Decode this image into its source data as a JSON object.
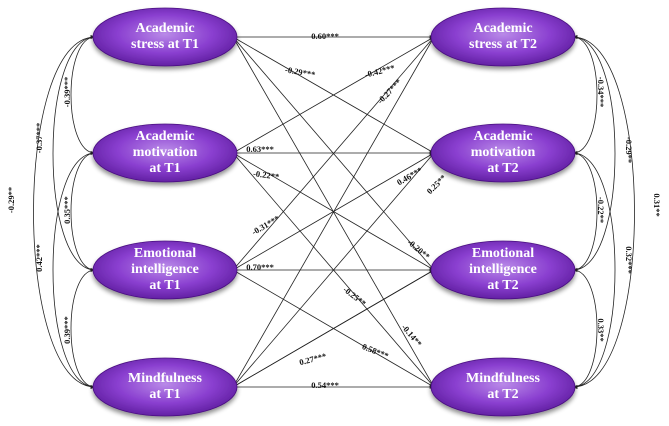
{
  "colors": {
    "node_fill": "#7a2fc0",
    "node_fill_light": "#b98ae8",
    "node_text": "#ffffff",
    "edge": "#222222"
  },
  "nodes": [
    {
      "id": "as1",
      "lines": [
        "Academic",
        "stress at T1"
      ]
    },
    {
      "id": "am1",
      "lines": [
        "Academic",
        "motivation",
        "at T1"
      ]
    },
    {
      "id": "ei1",
      "lines": [
        "Emotional",
        "intelligence",
        "at T1"
      ]
    },
    {
      "id": "mf1",
      "lines": [
        "Mindfulness",
        "at T1"
      ]
    },
    {
      "id": "as2",
      "lines": [
        "Academic",
        "stress at T2"
      ]
    },
    {
      "id": "am2",
      "lines": [
        "Academic",
        "motivation",
        "at T2"
      ]
    },
    {
      "id": "ei2",
      "lines": [
        "Emotional",
        "intelligence",
        "at T2"
      ]
    },
    {
      "id": "mf2",
      "lines": [
        "Mindfulness",
        "at T2"
      ]
    }
  ],
  "paths": [
    {
      "from": "as1",
      "to": "as2",
      "label": "0.60***"
    },
    {
      "from": "as1",
      "to": "am2",
      "label": "-0.29***"
    },
    {
      "from": "as1",
      "to": "ei2",
      "label": ""
    },
    {
      "from": "as1",
      "to": "mf2",
      "label": "-0.25**"
    },
    {
      "from": "am1",
      "to": "as2",
      "label": "-0.42***"
    },
    {
      "from": "am1",
      "to": "am2",
      "label": "0.63***"
    },
    {
      "from": "am1",
      "to": "ei2",
      "label": "-0.22**"
    },
    {
      "from": "am1",
      "to": "mf2",
      "label": "-0.14**"
    },
    {
      "from": "ei1",
      "to": "as2",
      "label": "-0.31***"
    },
    {
      "from": "ei1",
      "to": "am2",
      "label": "0.46***"
    },
    {
      "from": "ei1",
      "to": "ei2",
      "label": "0.70***"
    },
    {
      "from": "ei1",
      "to": "mf2",
      "label": "0.58***"
    },
    {
      "from": "mf1",
      "to": "as2",
      "label": "-0.27***"
    },
    {
      "from": "mf1",
      "to": "am2",
      "label": "0.25**"
    },
    {
      "from": "mf1",
      "to": "ei2",
      "label": "0.27***"
    },
    {
      "from": "mf1",
      "to": "mf2",
      "label": "0.54***"
    },
    {
      "from": "mf1",
      "to": "ei2",
      "label": "-0.20**"
    }
  ],
  "correlations_t1": [
    {
      "from": "as1",
      "to": "am1",
      "label": "-0.39***"
    },
    {
      "from": "as1",
      "to": "ei1",
      "label": "-0.37***"
    },
    {
      "from": "as1",
      "to": "mf1",
      "label": "-0.29**"
    },
    {
      "from": "am1",
      "to": "ei1",
      "label": "0.35***"
    },
    {
      "from": "am1",
      "to": "mf1",
      "label": "0.42***"
    },
    {
      "from": "ei1",
      "to": "mf1",
      "label": "0.39***"
    }
  ],
  "correlations_t2": [
    {
      "from": "as2",
      "to": "am2",
      "label": "-0.34***"
    },
    {
      "from": "as2",
      "to": "ei2",
      "label": "-0.29**"
    },
    {
      "from": "as2",
      "to": "mf2",
      "label": "-0.22**"
    },
    {
      "from": "am2",
      "to": "ei2",
      "label": "0.32***"
    },
    {
      "from": "am2",
      "to": "mf2",
      "label": "0.33**"
    },
    {
      "from": "ei2",
      "to": "mf2",
      "label": "0.31**"
    }
  ]
}
